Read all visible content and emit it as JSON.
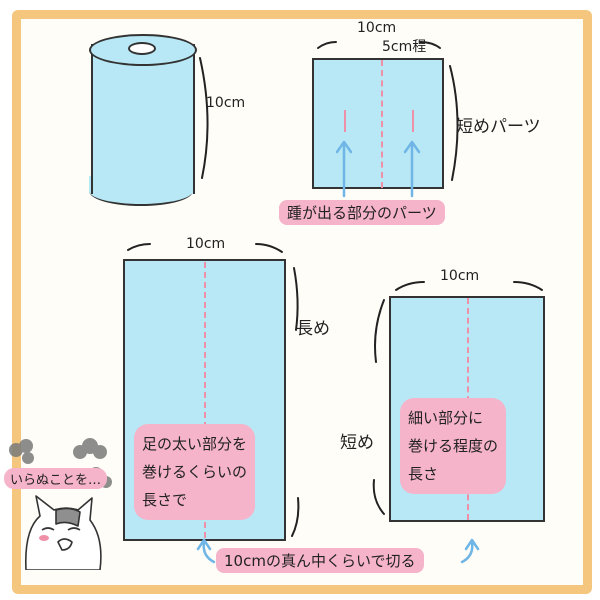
{
  "top_left": {
    "height_label": "10cm"
  },
  "top_right": {
    "width_label": "10cm",
    "gap_label": "5cm程",
    "side_label": "短めパーツ",
    "caption": "踵が出る部分のパーツ"
  },
  "bottom_left": {
    "width_label": "10cm",
    "side_label": "長め",
    "bubble_lines": [
      "足の太い部分を",
      "巻けるくらいの",
      "長さで"
    ]
  },
  "bottom_right": {
    "width_label": "10cm",
    "side_label": "短め",
    "bubble_lines": [
      "細い部分に",
      "巻ける程度の",
      "長さ"
    ]
  },
  "cut_caption": "10cmの真ん中くらいで切る",
  "cat_caption": "いらぬことを…",
  "colors": {
    "frame": "#f5c77e",
    "paper": "#b8e8f5",
    "accent": "#ef8fa8",
    "pill": "#f6b4cb",
    "arrow": "#6fb6e6"
  }
}
